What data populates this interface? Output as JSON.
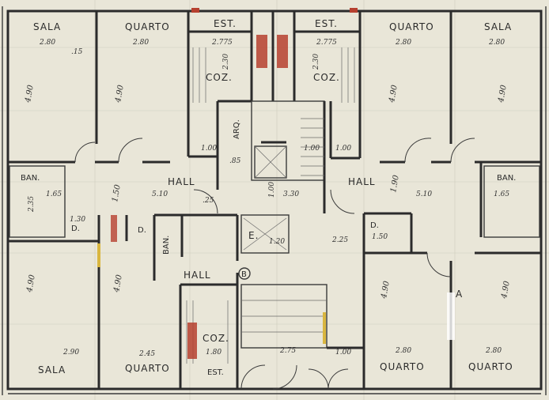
{
  "colors": {
    "paper": "#e9e6d8",
    "ink": "#2b2b2b",
    "accent_red": "#b6402f",
    "accent_yellow": "#d9b640",
    "grid": "#cfccbd"
  },
  "rooms": {
    "sala_tl": "SALA",
    "quarto_tl": "QUARTO",
    "est_tl": "EST.",
    "est_tr": "EST.",
    "quarto_tr": "QUARTO",
    "sala_tr": "SALA",
    "coz_tl": "COZ.",
    "coz_tr": "COZ.",
    "hall_l": "HALL",
    "hall_r": "HALL",
    "ban_l": "BAN.",
    "ban_r": "BAN.",
    "ban_c": "BAN.",
    "d_l": "D.",
    "d_c": "D.",
    "d_r": "D.",
    "e_c": "E.",
    "hall_b": "HALL",
    "b_marker": "B",
    "coz_b": "COZ.",
    "est_b": "EST.",
    "sala_bl": "SALA",
    "quarto_bl": "QUARTO",
    "quarto_br1": "QUARTO",
    "quarto_br2": "QUARTO",
    "section_a": "A",
    "shaft": "ARQ."
  },
  "dims": {
    "sala_tl_w": "2.80",
    "sala_tl_h": "4.90",
    "quarto_tl_w": "2.80",
    "quarto_tl_h": "4.90",
    "est_tl_w": "2.775",
    "coz_tl_h": "2.30",
    "est_tr_w": "2.775",
    "coz_tr_h": "2.30",
    "quarto_tr_w": "2.80",
    "quarto_tr_h": "4.90",
    "sala_tr_w": "2.80",
    "sala_tr_h": "4.90",
    "hall_l_w": "5.10",
    "hall_l_h": "1.50",
    "hall_r_w": "5.10",
    "hall_r_h": "1.90",
    "ban_l_h": "2.35",
    "ban_l_w": "1.65",
    "ban_r_w": "1.65",
    "d_l_w": "1.30",
    "stair_w": "3.30",
    "d_r_w": "1.50",
    "lift_w": "1.20",
    "center_w": "2.25",
    "sala_bl_w": "2.90",
    "sala_bl_h": "4.90",
    "quarto_bl_w": "2.45",
    "quarto_bl_h": "4.90",
    "coz_b_w": "1.80",
    "stair_b_w": "2.75",
    "quarto_br1_w": "2.80",
    "quarto_br1_h": "4.90",
    "quarto_br2_w": "2.80",
    "quarto_br2_h": "4.90",
    "d100a": "1.00",
    "d100b": "1.00",
    "d100c": "1.00",
    "d100d": "1.00",
    "d100e": "1.00",
    "d15": ".15",
    "d25": ".25",
    "d85": ".85"
  }
}
